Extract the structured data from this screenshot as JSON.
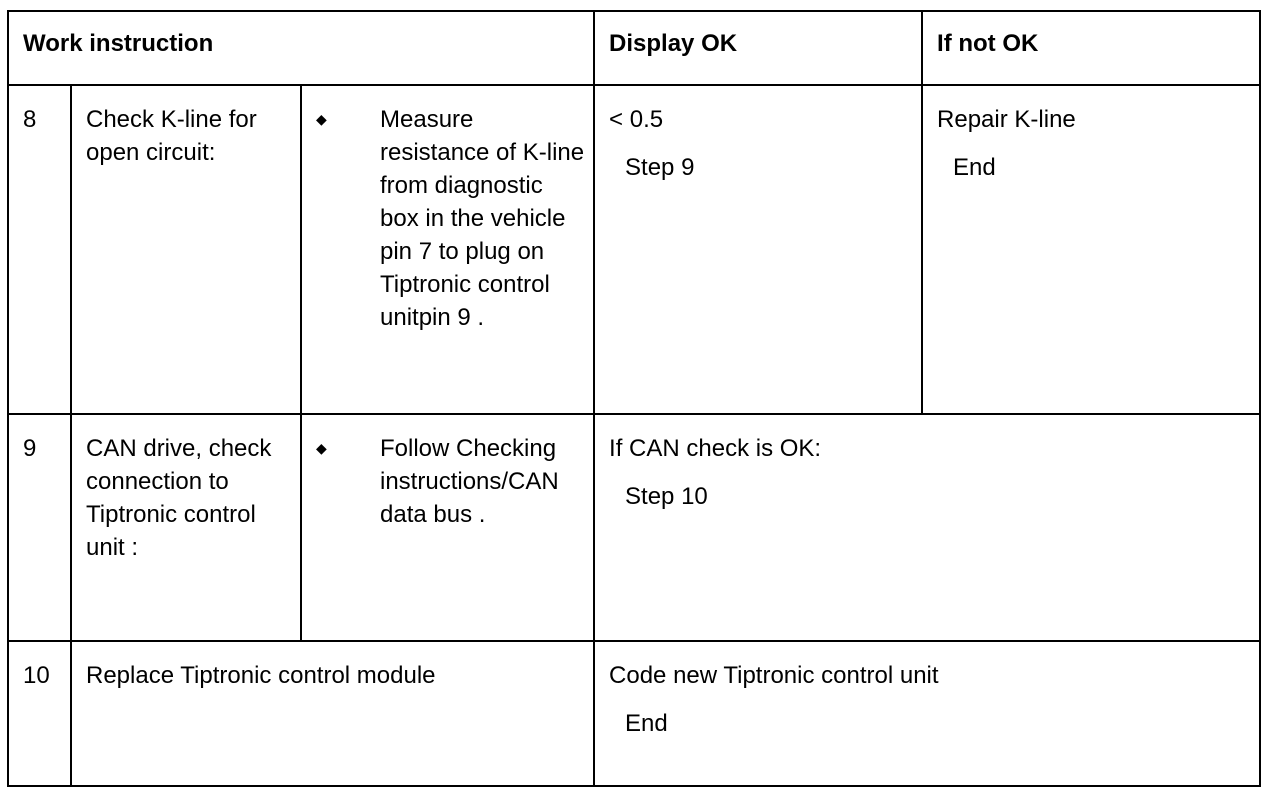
{
  "header": {
    "work_instruction": "Work instruction",
    "display_ok": "Display OK",
    "if_not_ok": "If not OK"
  },
  "rows": [
    {
      "step": "8",
      "instruction": "Check K-line for open circuit:",
      "bullet_icon": "diamond-bullet",
      "action": "Measure resistance of K-line from diagnostic box in the vehicle pin 7 to plug on Tiptronic control unitpin 9 .",
      "display_ok": "< 0.5",
      "display_ok_next": "Step 9",
      "if_not_ok": "Repair K-line",
      "if_not_ok_next": "End"
    },
    {
      "step": "9",
      "instruction": "CAN drive, check connection to Tiptronic control unit :",
      "bullet_icon": "diamond-bullet",
      "action": "Follow Checking instructions/CAN data bus .",
      "display_ok": "If CAN check is OK:",
      "display_ok_next": "Step 10"
    },
    {
      "step": "10",
      "instruction": "Replace Tiptronic control module",
      "display_ok": "Code new Tiptronic control unit",
      "display_ok_next": "End"
    }
  ],
  "symbols": {
    "bullet": "◆"
  }
}
